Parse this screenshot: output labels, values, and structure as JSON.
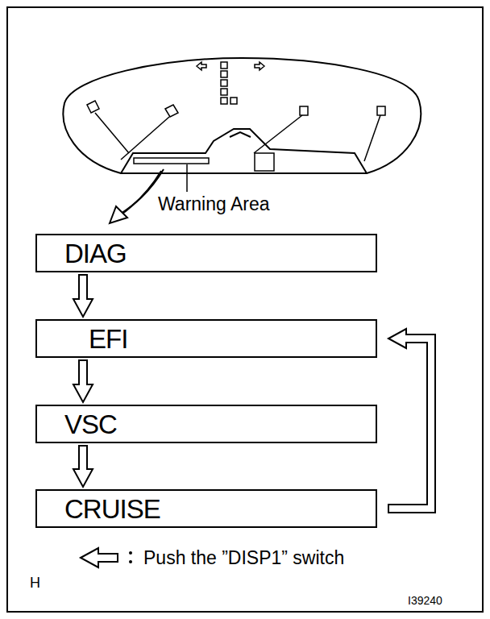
{
  "diagram": {
    "nodes": [
      {
        "text": [
          "DIAG"
        ]
      },
      {
        "text": [
          "EFI"
        ]
      },
      {
        "text": [
          "VSC"
        ]
      },
      {
        "text": [
          "CRUISE"
        ]
      }
    ],
    "edges": [
      {
        "from": 0,
        "to": 1,
        "arrow": "to"
      },
      {
        "from": 1,
        "to": 2,
        "arrow": "to"
      },
      {
        "from": 2,
        "to": 3,
        "arrow": "to"
      },
      {
        "from": 3,
        "to": 1,
        "arrow": "to"
      }
    ],
    "labels": [
      "Warning Area",
      "H",
      "I39240"
    ],
    "legend": [
      {
        "text": "Push the ”DISP1” switch"
      }
    ]
  }
}
